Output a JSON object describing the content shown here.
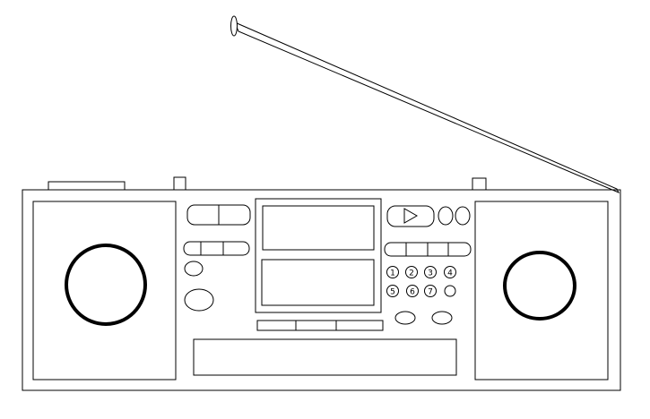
{
  "illustration": {
    "subject": "boombox-radio",
    "line_color": "#000000",
    "background": "#ffffff"
  },
  "preset_buttons": {
    "labels": [
      "1",
      "2",
      "3",
      "4",
      "5",
      "6",
      "7"
    ]
  },
  "icons": {
    "play": "play-triangle-icon"
  }
}
